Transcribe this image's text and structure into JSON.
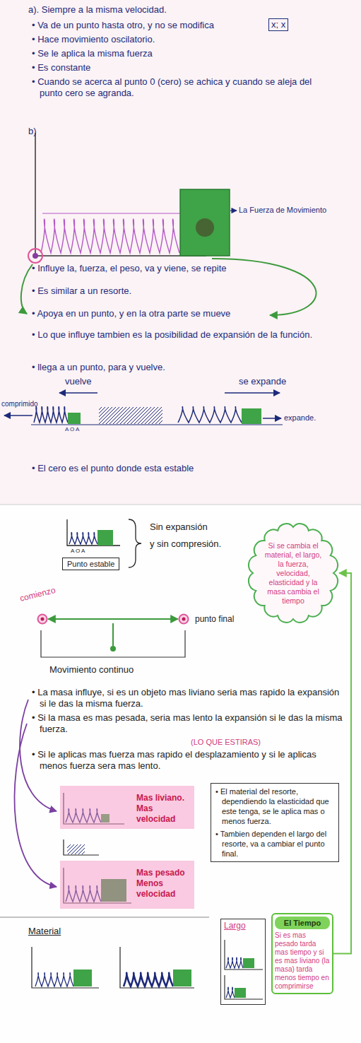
{
  "diagram": {
    "nodes": [
      {
        "text": [
          "Punto estable"
        ]
      },
      {
        "text": [
          "comienzo"
        ]
      },
      {
        "text": [
          "punto final"
        ]
      },
      {
        "text": [
          "Si se cambia el material, el largo, la fuerza, velocidad, elasticidad y la masa cambia el tiempo"
        ]
      },
      {
        "text": [
          "Mas liviano. Mas velocidad"
        ]
      },
      {
        "text": [
          "Mas pesado Menos velocidad"
        ]
      },
      {
        "text": [
          "• El material del resorte, dependiendo la elasticidad que este tenga, se le aplica mas o menos fuerza.",
          "• Tambien dependen el largo del resorte, va a cambiar el punto final."
        ]
      },
      {
        "text": [
          "Largo"
        ]
      },
      {
        "text": [
          "El Tiempo",
          "Si es mas pesado tarda mas tiempo y si es mas liviano (la masa) tarda menos tiempo en comprimirse"
        ]
      }
    ],
    "edges": [
      {
        "from": 1,
        "to": 2,
        "arrow": "both"
      },
      {
        "from": 8,
        "to": 3,
        "arrow": "to"
      }
    ],
    "labels": [
      "a). Siempre a la misma velocidad.",
      "• Va de un punto hasta otro, y no se modifica",
      "x; x",
      "• Hace movimiento oscilatorio.",
      "• Se le aplica la misma fuerza",
      "• Es constante",
      "• Cuando se acerca al punto 0 (cero) se achica y cuando se aleja del punto cero se agranda.",
      "b)",
      "La Fuerza de Movimiento",
      "• Influye la, fuerza, el peso, va y viene, se repite",
      "• Es similar a un resorte.",
      "• Apoya en un punto, y en la otra parte se mueve",
      "• Lo que influye tambien es la posibilidad de expansión de la función.",
      "• llega a un punto, para y vuelve.",
      "vuelve",
      "se expande",
      "comprimido",
      "expande.",
      "A O A",
      "• El cero es el punto donde esta estable",
      "A O A",
      "Sin expansión",
      "y sin compresión.",
      "Movimiento continuo",
      "• La masa influye, si es un objeto mas liviano seria mas rapido la expansión si le das la misma fuerza.",
      "• Si la masa es mas pesada, seria mas lento la expansión si le das la misma fuerza.",
      "(LO QUE ESTIRAS)",
      "• Si le aplicas mas fuerza mas rapido el desplazamiento y si le aplicas menos fuerza sera mas lento.",
      "Material"
    ]
  }
}
